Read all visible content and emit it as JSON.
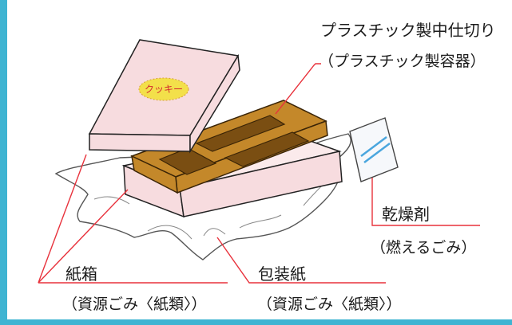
{
  "colors": {
    "frame": "#3fb4d2",
    "leader_line": "#e8323c",
    "box_pink": "#f7dcdf",
    "box_pink_light": "#fbeaeb",
    "tray_brown": "#c4882a",
    "tray_dark": "#7a4e12",
    "wrap_outline": "#555555",
    "desiccant_stripe": "#4aa6de",
    "cookie_oval": "#f3e04a"
  },
  "lid": {
    "oval_text": "クッキー"
  },
  "labels": {
    "tray_title": "プラスチック製中仕切り",
    "tray_sub": "（プラスチック製容器）",
    "desiccant_title": "乾燥剤",
    "desiccant_sub": "（燃えるごみ）",
    "box_title": "紙箱",
    "box_sub": "（資源ごみ〈紙類〉）",
    "wrap_title": "包装紙",
    "wrap_sub": "（資源ごみ〈紙類〉）"
  }
}
